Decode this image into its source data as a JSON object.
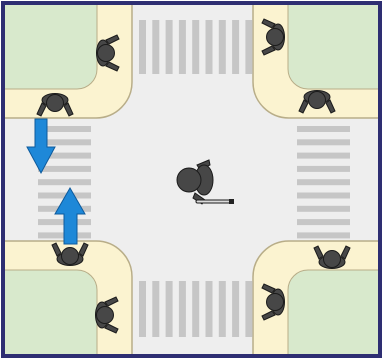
{
  "scene": {
    "type": "intersection-diagram",
    "colors": {
      "frame": "#2e2e72",
      "road": "#eeeeee",
      "sidewalk": "#fbf3d0",
      "curb_edge": "#b8ad88",
      "corner_block": "#d8e9cc",
      "crosswalk_stripe": "#c6c6c6",
      "pedestrian": "#474747",
      "pedestrian_outline": "#1b1b1b",
      "arrow": "#1e88d8",
      "arrow_edge": "#0d5a9c"
    },
    "crosswalk_stripe_counts": {
      "north": 9,
      "south": 9,
      "west": 9,
      "east": 9
    },
    "corners": [
      "north-west",
      "north-east",
      "south-west",
      "south-east"
    ],
    "pedestrians": [
      {
        "id": "nw-upper",
        "facing": "right"
      },
      {
        "id": "nw-lower",
        "facing": "down"
      },
      {
        "id": "ne-upper",
        "facing": "left"
      },
      {
        "id": "ne-lower",
        "facing": "down"
      },
      {
        "id": "sw-upper",
        "facing": "up"
      },
      {
        "id": "sw-lower",
        "facing": "right"
      },
      {
        "id": "se-upper",
        "facing": "up"
      },
      {
        "id": "se-lower",
        "facing": "left"
      }
    ],
    "center_figure": {
      "icon": "person-with-cane-icon",
      "facing": "left"
    },
    "arrows": [
      {
        "id": "arrow-down",
        "direction": "down"
      },
      {
        "id": "arrow-up",
        "direction": "up"
      }
    ]
  }
}
